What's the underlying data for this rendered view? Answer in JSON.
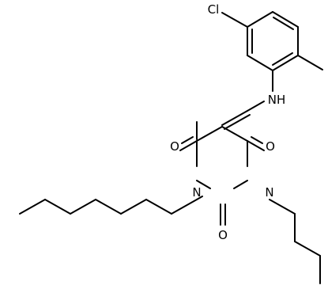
{
  "structure": {
    "atom_labels": {
      "chlorine": "Cl",
      "amine": "NH",
      "oxygen_top_left": "O",
      "oxygen_top_right": "O",
      "nitrogen_left": "N",
      "nitrogen_right": "N",
      "oxygen_bottom": "O"
    },
    "colors": {
      "bond": "#000000",
      "text": "#000000",
      "background": "#ffffff"
    }
  }
}
